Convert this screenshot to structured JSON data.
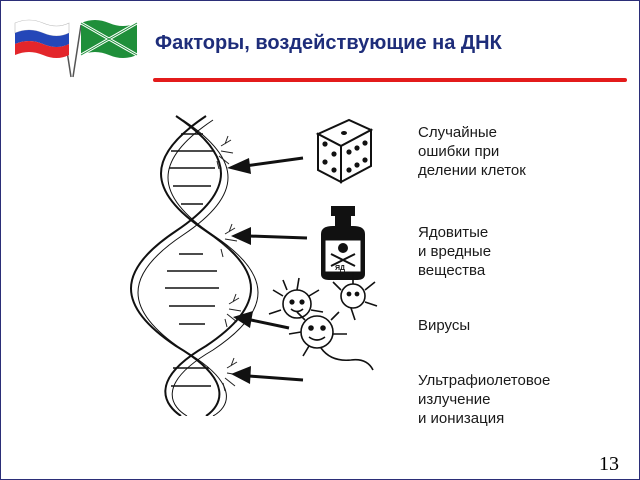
{
  "slide": {
    "title": "Факторы, воздействующие на ДНК",
    "page_number": "13"
  },
  "flags": {
    "left": {
      "icon": "russia-flag-icon",
      "colors": [
        "#ffffff",
        "#2447b8",
        "#e3262b"
      ]
    },
    "right": {
      "icon": "border-guard-flag-icon",
      "colors": [
        "#1f8f3a",
        "#ffffff"
      ]
    }
  },
  "art": {
    "helix_icon": "dna-helix-icon",
    "poison_label": "ЯД"
  },
  "factors": [
    {
      "icon": "dice-icon",
      "lines": [
        "Случайные",
        "ошибки при",
        "делении клеток"
      ]
    },
    {
      "icon": "poison-bottle-icon",
      "lines": [
        "Ядовитые",
        "и вредные",
        "вещества"
      ]
    },
    {
      "icon": "virus-icon",
      "lines": [
        "Вирусы"
      ]
    },
    {
      "icon": "ultraviolet-icon",
      "lines": [
        "Ультрафиолетовое",
        "излучение",
        "и ионизация"
      ]
    }
  ],
  "colors": {
    "title": "#1e2d7a",
    "rule": "#e31b1b",
    "frame": "#2b2e78"
  }
}
